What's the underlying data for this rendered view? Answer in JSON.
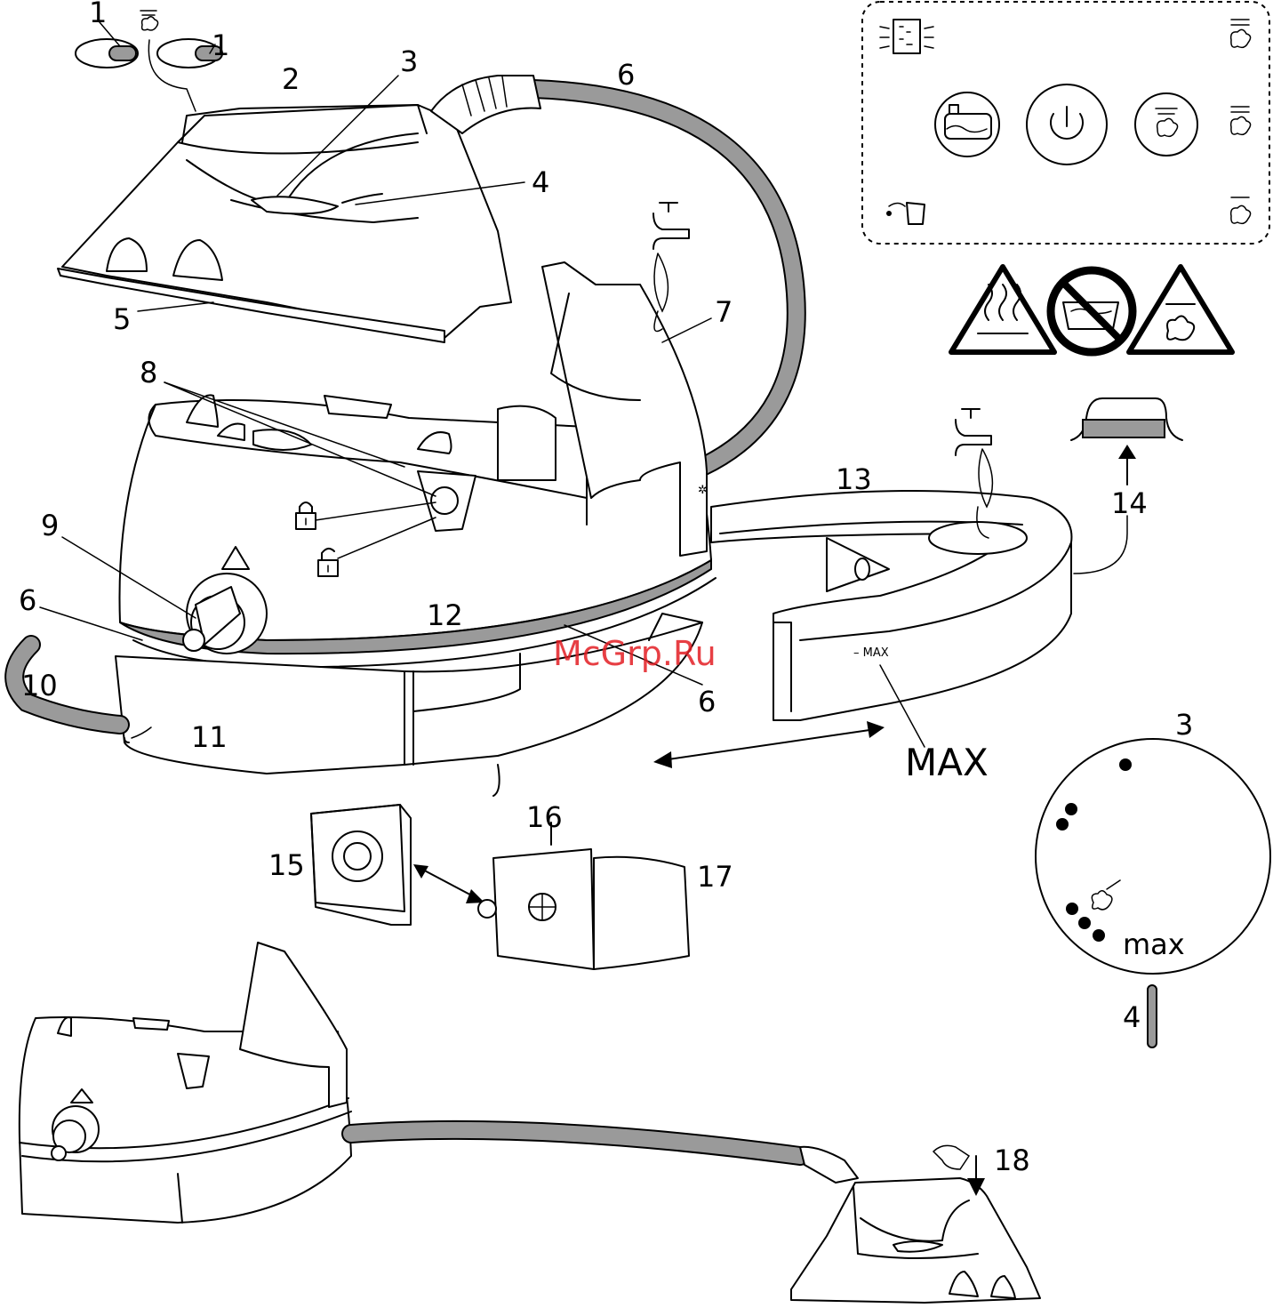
{
  "callouts": {
    "n1a": "1",
    "n1b": "1",
    "n2": "2",
    "n3": "3",
    "n4": "4",
    "n5": "5",
    "n6a": "6",
    "n6b": "6",
    "n6c": "6",
    "n7": "7",
    "n8": "8",
    "n9": "9",
    "n10": "10",
    "n11": "11",
    "n12": "12",
    "n13": "13",
    "n14": "14",
    "n15": "15",
    "n16": "16",
    "n17": "17",
    "n18": "18",
    "dial_n3": "3",
    "dial_n4": "4"
  },
  "tank": {
    "max_large": "MAX",
    "max_small": "– MAX"
  },
  "dial": {
    "max_label": "max"
  },
  "watermark": "McGrp.Ru",
  "icons": [
    "scale-warning-icon",
    "steam-icon",
    "descale-tank-icon",
    "power-icon",
    "steam-button-icon",
    "water-refill-icon",
    "hot-surface-warning-icon",
    "no-bath-water-icon",
    "steam-warning-icon",
    "lock-icon",
    "unlock-icon",
    "tap-icon"
  ],
  "colors": {
    "hose": "#9a9a9a",
    "watermark": "#e31e24"
  }
}
